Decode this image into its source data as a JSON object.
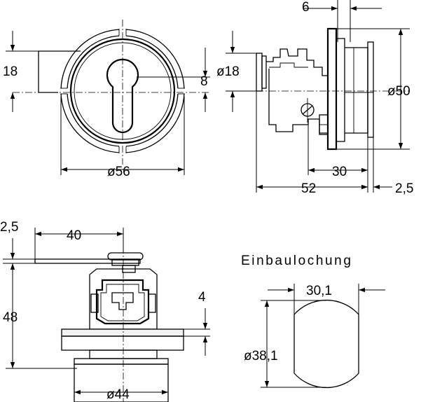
{
  "title": "Einbaulochung",
  "dimensions": {
    "front_height": "18",
    "front_slot": "8",
    "front_diameter": "ø56",
    "side_width": "6",
    "side_shaft": "ø18",
    "side_flange": "ø50",
    "side_depth": "30",
    "side_length": "52",
    "side_flange_thickness": "2,5",
    "bottom_plate": "2,5",
    "bottom_offset": "40",
    "bottom_height": "48",
    "bottom_lip": "4",
    "bottom_diameter": "ø44",
    "cutout_width": "30,1",
    "cutout_diameter": "ø38,1"
  }
}
